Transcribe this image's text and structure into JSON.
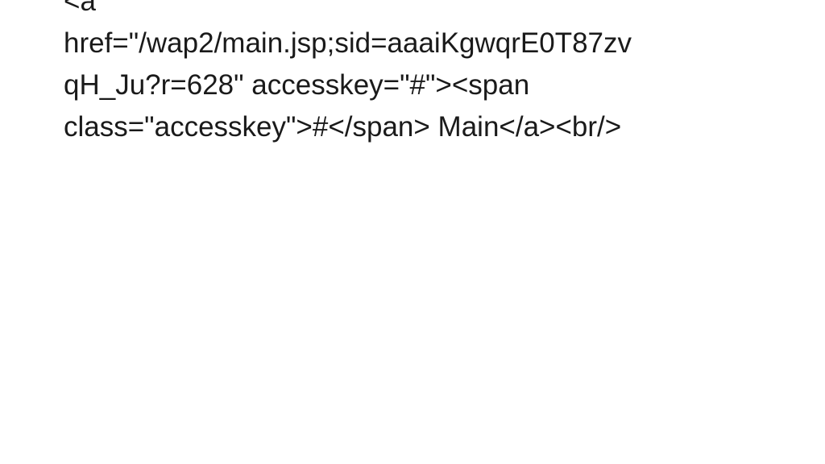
{
  "slide": {
    "lines": [
      "<a",
      "href=\"/wap2/main.jsp;sid=aaaiKgwqrE0T87zv",
      "qH_Ju?r=628\" accesskey=\"#\"><span",
      "class=\"accesskey\">#</span> Main</a><br/>"
    ]
  },
  "colors": {
    "background": "#ffffff",
    "text": "#1a1a1a"
  }
}
